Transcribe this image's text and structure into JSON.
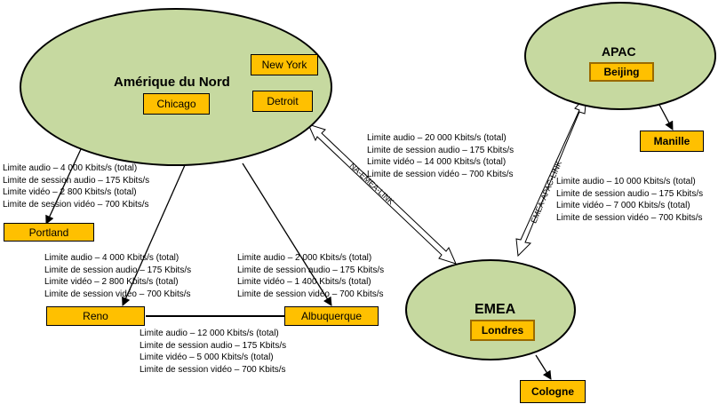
{
  "regions": {
    "north_america": {
      "title": "Amérique du Nord"
    },
    "apac": {
      "title": "APAC"
    },
    "emea": {
      "title": "EMEA"
    }
  },
  "sites": {
    "chicago": "Chicago",
    "new_york": "New York",
    "detroit": "Detroit",
    "beijing": "Beijing",
    "manille": "Manille",
    "portland": "Portland",
    "reno": "Reno",
    "albuquerque": "Albuquerque",
    "londres": "Londres",
    "cologne": "Cologne"
  },
  "links": {
    "na_emea": "NA-EMEA-LINK",
    "emea_apac": "EMEA-APAC-LINK"
  },
  "limits": {
    "portland": {
      "audio": "Limite audio – 4 000 Kbits/s (total)",
      "session_audio": "Limite de session audio – 175 Kbits/s",
      "video": "Limite vidéo – 2 800 Kbits/s (total)",
      "session_video": "Limite de session vidéo – 700 Kbits/s"
    },
    "reno": {
      "audio": "Limite audio – 4 000 Kbits/s (total)",
      "session_audio": "Limite de session audio – 175 Kbits/s",
      "video": "Limite vidéo – 2 800 Kbits/s (total)",
      "session_video": "Limite de session vidéo – 700 Kbits/s"
    },
    "albuquerque": {
      "audio": "Limite audio – 2 000 Kbits/s (total)",
      "session_audio": "Limite de session audio – 175 Kbits/s",
      "video": "Limite vidéo – 1 400 Kbits/s (total)",
      "session_video": "Limite de session vidéo – 700 Kbits/s"
    },
    "reno_albuquerque": {
      "audio": "Limite audio – 12 000 Kbits/s (total)",
      "session_audio": "Limite de session audio – 175 Kbits/s",
      "video": "Limite vidéo – 5 000 Kbits/s (total)",
      "session_video": "Limite de session vidéo – 700 Kbits/s"
    },
    "na_emea": {
      "audio": "Limite audio – 20 000 Kbits/s (total)",
      "session_audio": "Limite de session audio – 175 Kbits/s",
      "video": "Limite vidéo – 14 000 Kbits/s (total)",
      "session_video": "Limite de session vidéo – 700 Kbits/s"
    },
    "emea_apac": {
      "audio": "Limite audio – 10 000 Kbits/s (total)",
      "session_audio": "Limite de session audio – 175 Kbits/s",
      "video": "Limite vidéo – 7 000 Kbits/s (total)",
      "session_video": "Limite de session vidéo – 700 Kbits/s"
    }
  },
  "colors": {
    "region_fill": "#c6d9a0",
    "site_fill": "#ffc000",
    "line": "#000000"
  }
}
